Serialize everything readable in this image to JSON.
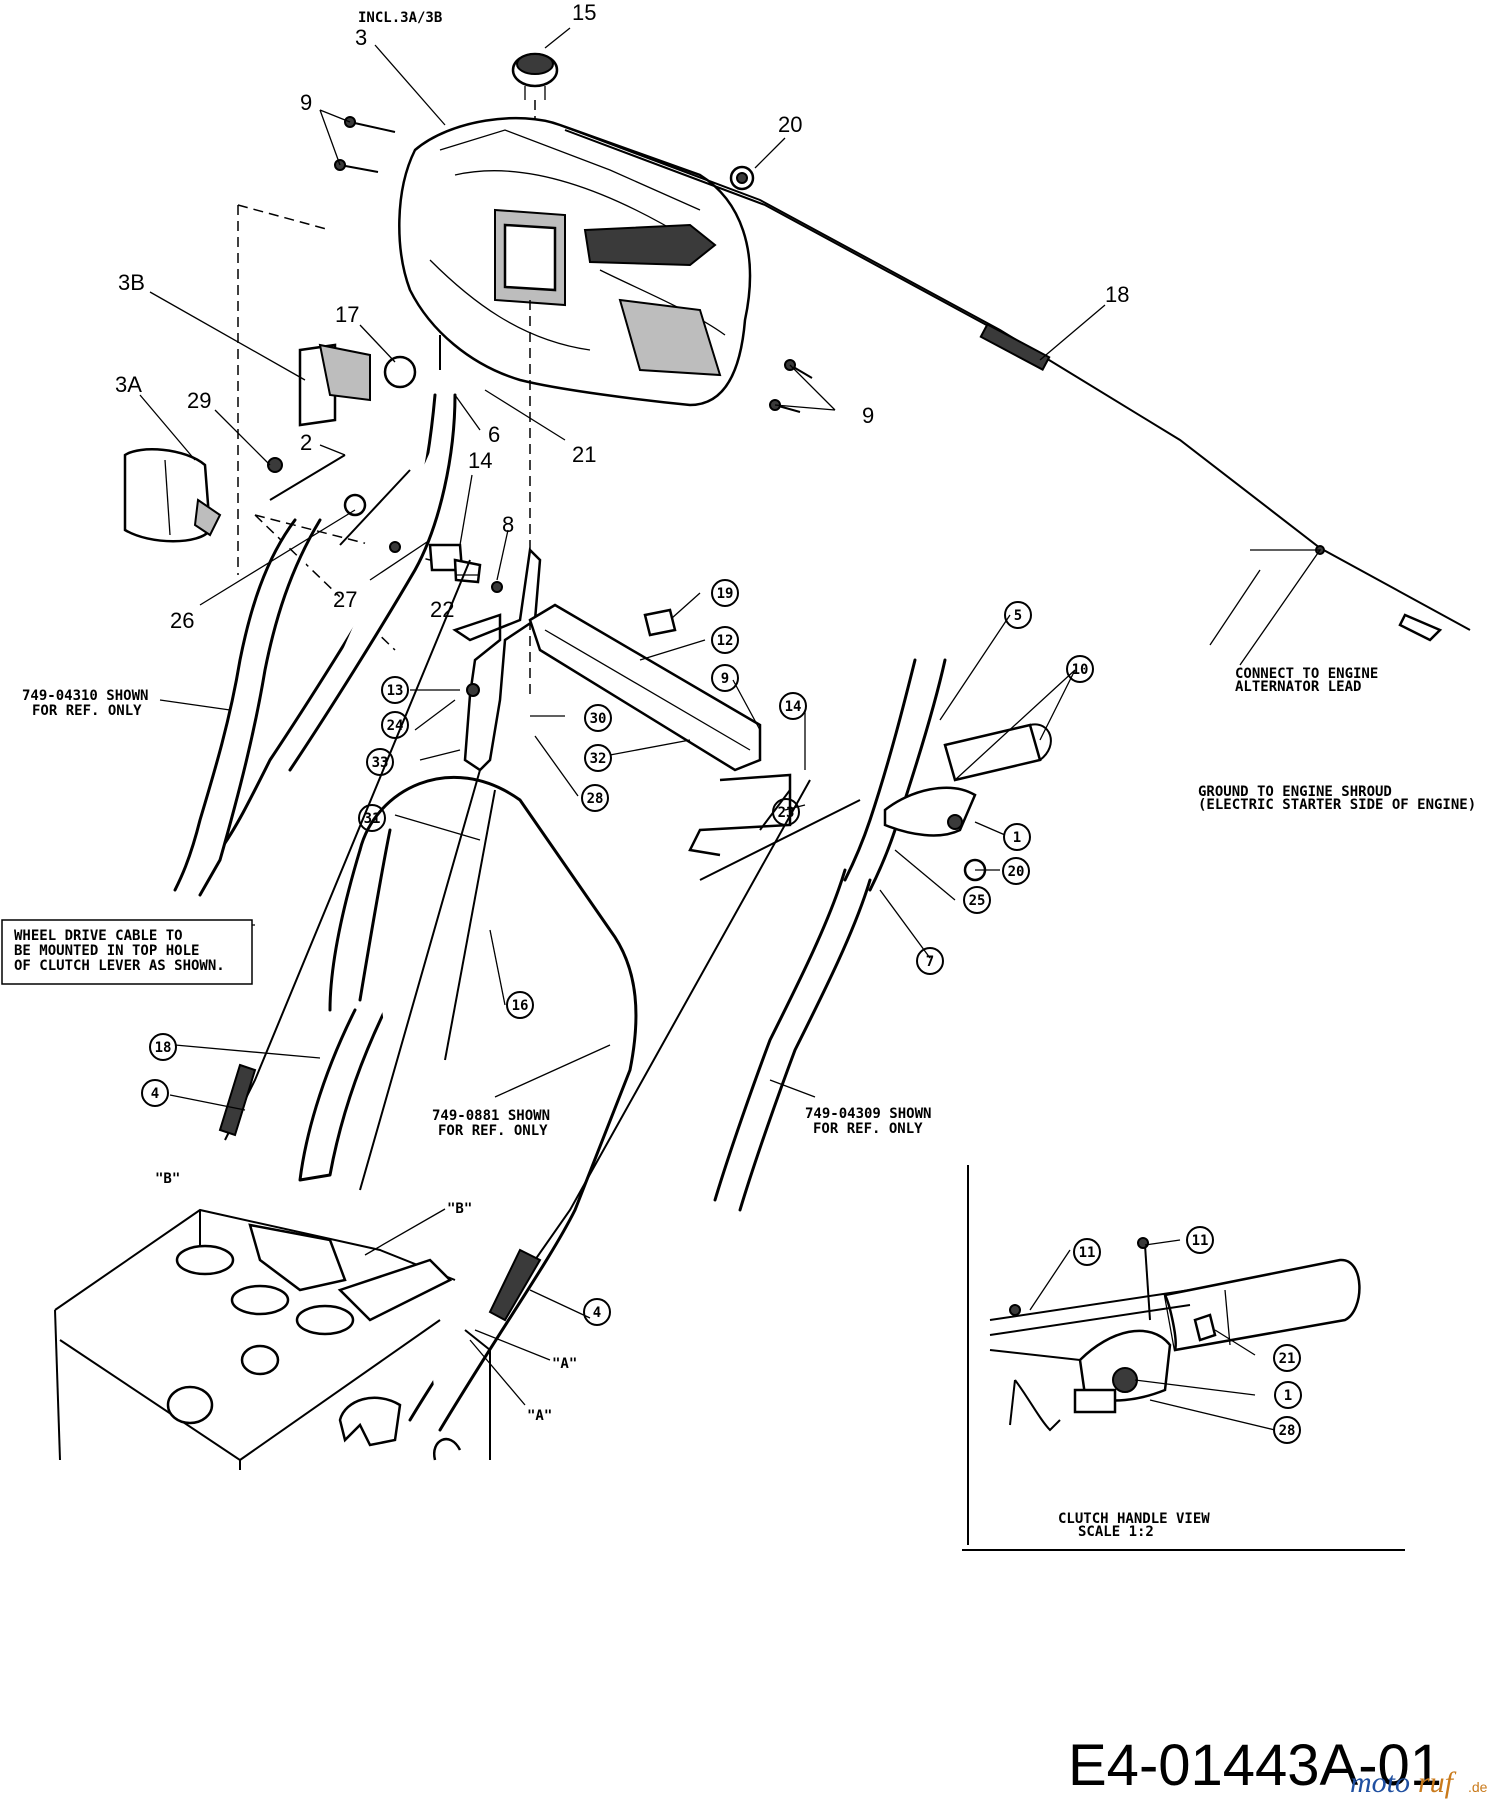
{
  "labels": {
    "incl": "INCL.3A/3B",
    "l15": "15",
    "l3": "3",
    "l9a": "9",
    "l20": "20",
    "l18": "18",
    "l3b": "3B",
    "l17": "17",
    "l3a": "3A",
    "l29": "29",
    "l2": "2",
    "l6": "6",
    "l21": "21",
    "l14": "14",
    "l9b": "9",
    "l8": "8",
    "l26": "26",
    "l27": "27",
    "l22": "22"
  },
  "circled": {
    "c19": "19",
    "c12": "12",
    "c5": "5",
    "c10": "10",
    "c9": "9",
    "c14": "14",
    "c13": "13",
    "c24": "24",
    "c30": "30",
    "c33": "33",
    "c32": "32",
    "c28": "28",
    "c23": "23",
    "c1": "1",
    "c20": "20",
    "c25": "25",
    "c31": "31",
    "c7": "7",
    "c16": "16",
    "c18": "18",
    "c4a": "4",
    "c4b": "4",
    "c11a": "11",
    "c11b": "11",
    "c21": "21",
    "c1b": "1",
    "c28b": "28"
  },
  "notes": {
    "n749_04310_a": "749-04310 SHOWN",
    "n749_04310_b": "FOR REF. ONLY",
    "wheel_a": "WHEEL DRIVE CABLE TO",
    "wheel_b": "BE MOUNTED IN TOP HOLE",
    "wheel_c": "OF CLUTCH LEVER AS SHOWN.",
    "n749_0881_a": "749-0881 SHOWN",
    "n749_0881_b": "FOR REF. ONLY",
    "n749_04309_a": "749-04309 SHOWN",
    "n749_04309_b": "FOR REF. ONLY",
    "connect_a": "CONNECT TO ENGINE",
    "connect_b": "ALTERNATOR LEAD",
    "ground_a": "GROUND TO ENGINE SHROUD",
    "ground_b": "(ELECTRIC STARTER SIDE OF ENGINE)",
    "b1": "\"B\"",
    "b2": "\"B\"",
    "a1": "\"A\"",
    "a2": "\"A\"",
    "clutch_a": "CLUTCH HANDLE VIEW",
    "clutch_b": "SCALE 1:2"
  },
  "drawing_code": "E4-01443A-01",
  "watermark": {
    "brand_blue": "moto",
    "brand_orange": "ruf",
    "tld": ".de"
  }
}
